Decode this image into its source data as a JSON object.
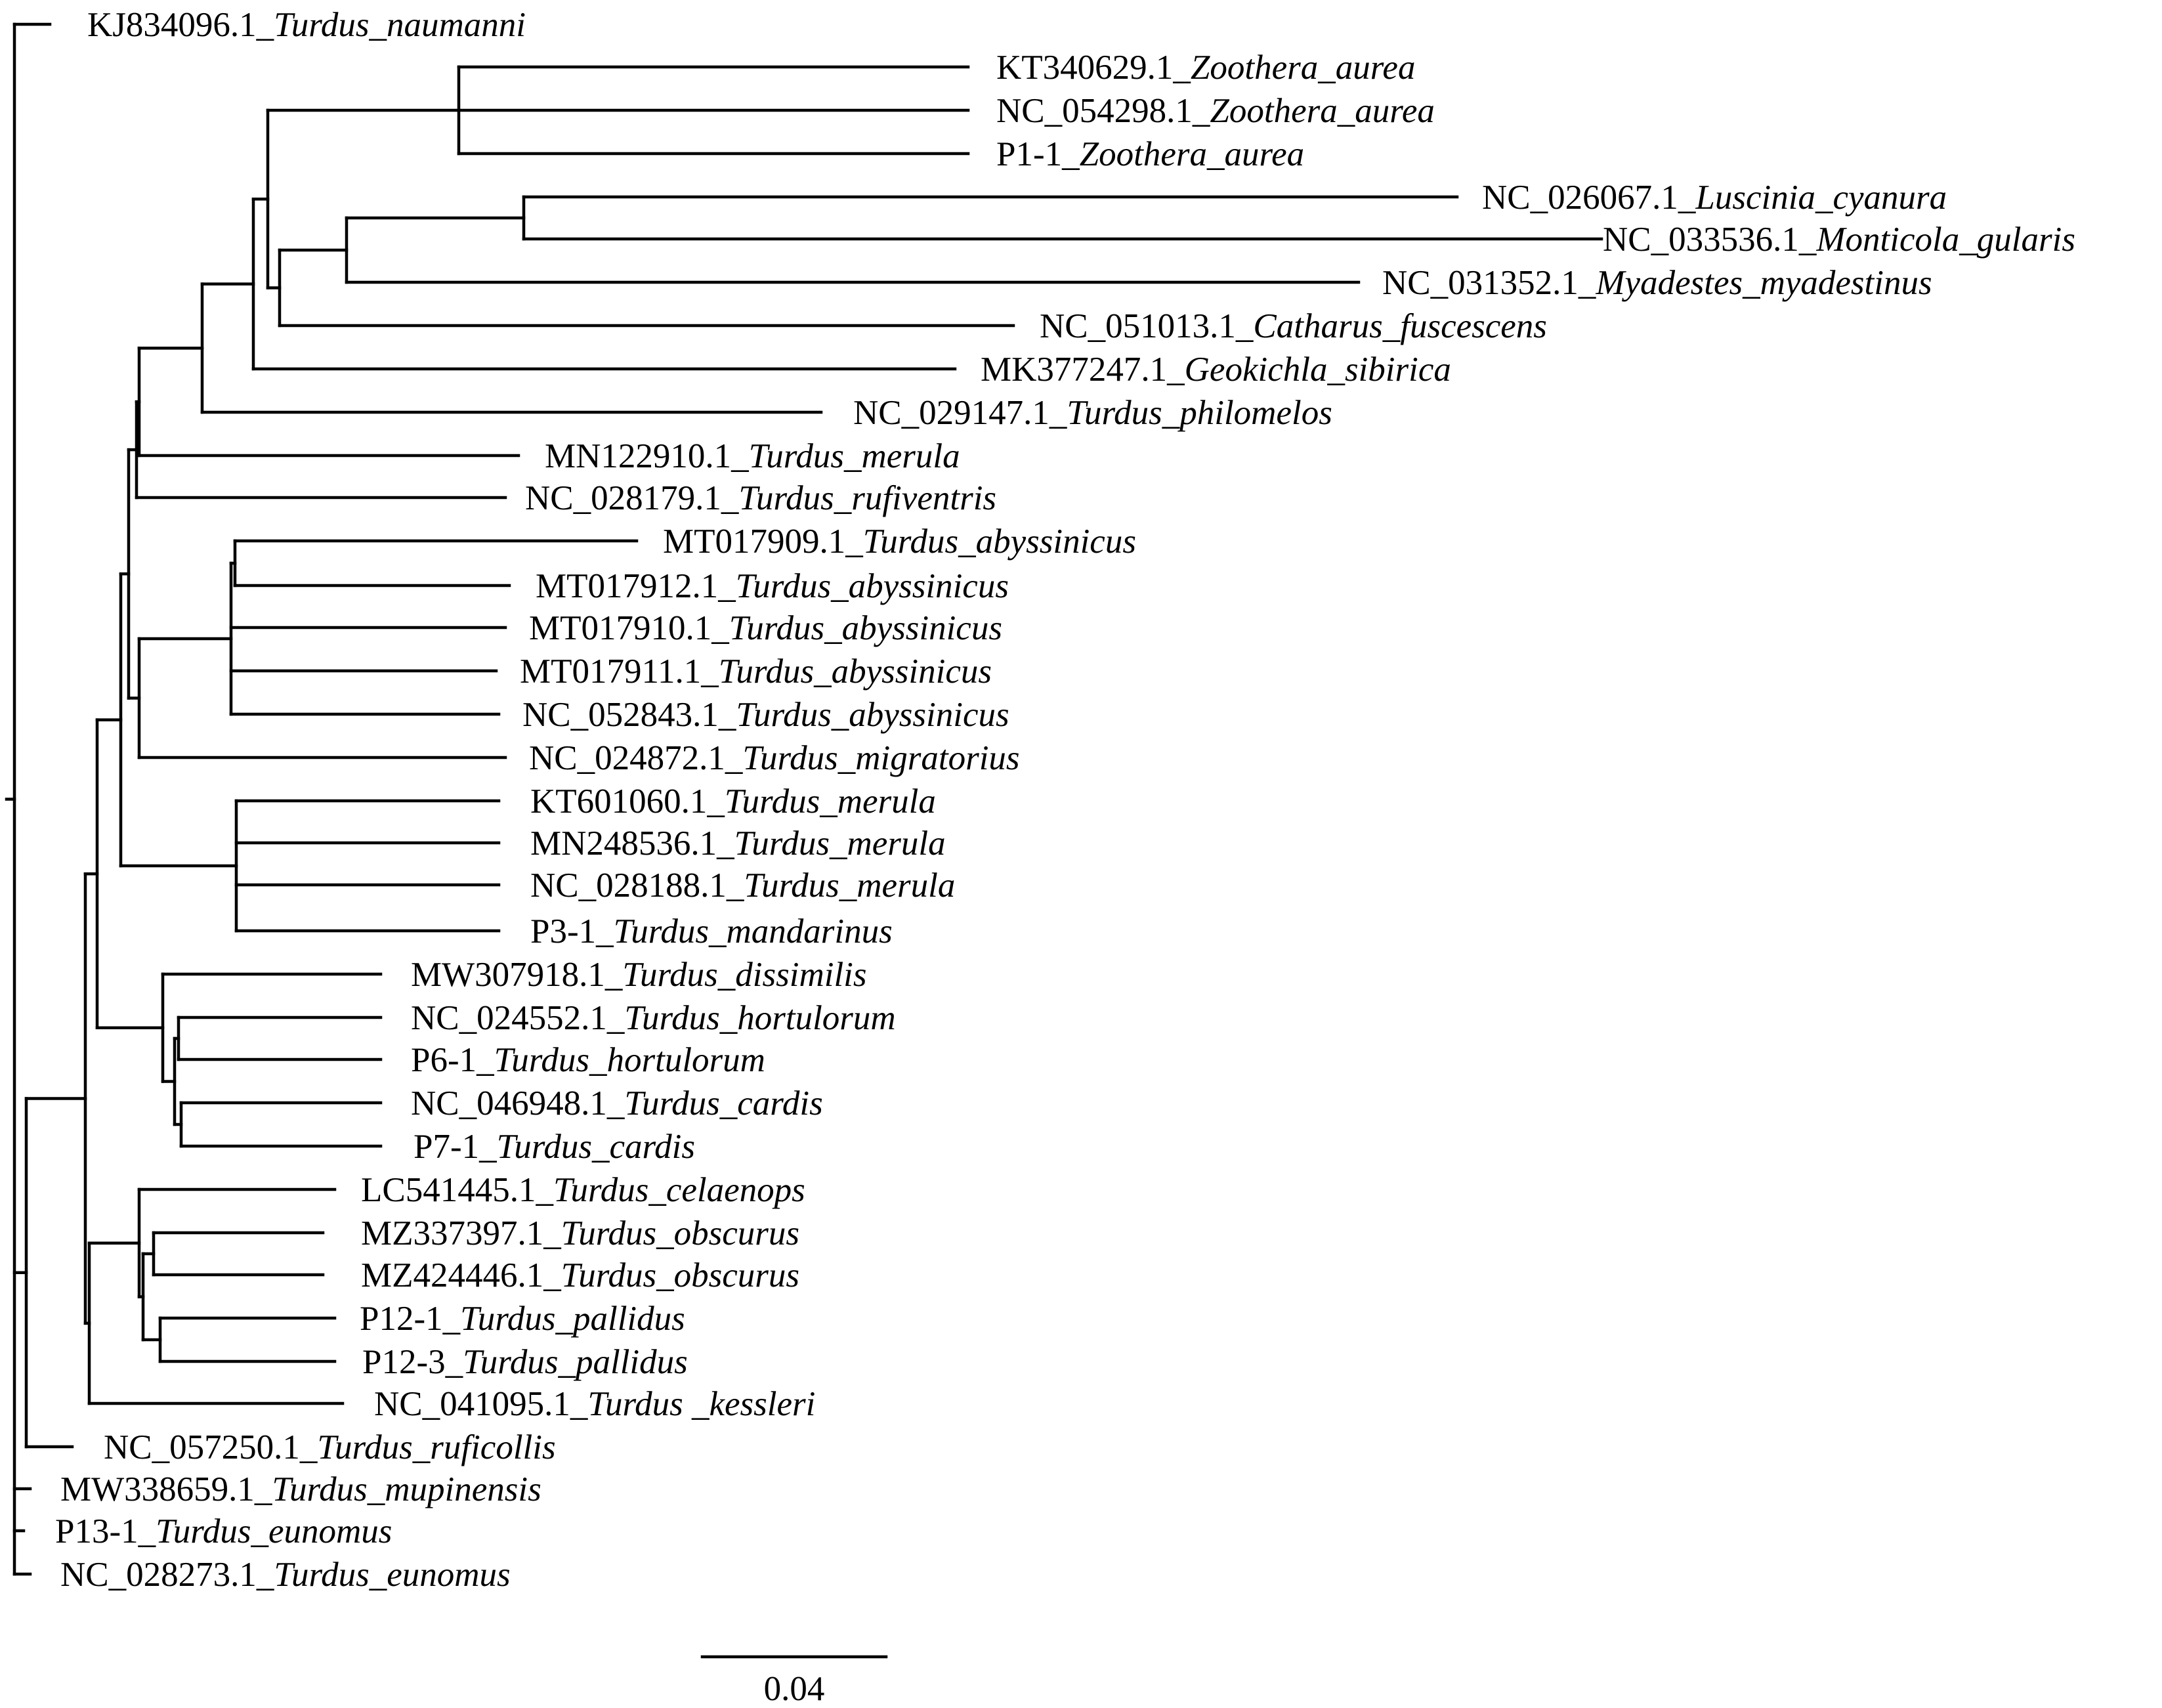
{
  "tree": {
    "line_color": "#000000",
    "tips": [
      {
        "acc": "KJ834096.1_",
        "sp": "Turdus_naumanni"
      },
      {
        "acc": "KT340629.1_",
        "sp": "Zoothera_aurea"
      },
      {
        "acc": "NC_054298.1_",
        "sp": "Zoothera_aurea"
      },
      {
        "acc": "P1-1_",
        "sp": "Zoothera_aurea"
      },
      {
        "acc": "NC_026067.1_",
        "sp": "Luscinia_cyanura"
      },
      {
        "acc": "NC_033536.1_",
        "sp": "Monticola_gularis"
      },
      {
        "acc": "NC_031352.1_",
        "sp": "Myadestes_myadestinus"
      },
      {
        "acc": "NC_051013.1_",
        "sp": "Catharus_fuscescens"
      },
      {
        "acc": "MK377247.1_",
        "sp": "Geokichla_sibirica"
      },
      {
        "acc": "NC_029147.1_",
        "sp": "Turdus_philomelos"
      },
      {
        "acc": "MN122910.1_",
        "sp": "Turdus_merula"
      },
      {
        "acc": "NC_028179.1_",
        "sp": "Turdus_rufiventris"
      },
      {
        "acc": "MT017909.1_",
        "sp": "Turdus_abyssinicus"
      },
      {
        "acc": "MT017912.1_",
        "sp": "Turdus_abyssinicus"
      },
      {
        "acc": "MT017910.1_",
        "sp": "Turdus_abyssinicus"
      },
      {
        "acc": "MT017911.1_",
        "sp": "Turdus_abyssinicus"
      },
      {
        "acc": "NC_052843.1_",
        "sp": "Turdus_abyssinicus"
      },
      {
        "acc": "NC_024872.1_",
        "sp": "Turdus_migratorius"
      },
      {
        "acc": "KT601060.1_",
        "sp": "Turdus_merula"
      },
      {
        "acc": "MN248536.1_",
        "sp": "Turdus_merula"
      },
      {
        "acc": "NC_028188.1_",
        "sp": "Turdus_merula"
      },
      {
        "acc": "P3-1_",
        "sp": "Turdus_mandarinus"
      },
      {
        "acc": "MW307918.1_",
        "sp": "Turdus_dissimilis"
      },
      {
        "acc": "NC_024552.1_",
        "sp": "Turdus_hortulorum"
      },
      {
        "acc": "P6-1_",
        "sp": "Turdus_hortulorum"
      },
      {
        "acc": "NC_046948.1_",
        "sp": "Turdus_cardis"
      },
      {
        "acc": "P7-1_",
        "sp": "Turdus_cardis"
      },
      {
        "acc": "LC541445.1_",
        "sp": "Turdus_celaenops"
      },
      {
        "acc": "MZ337397.1_",
        "sp": "Turdus_obscurus"
      },
      {
        "acc": "MZ424446.1_",
        "sp": "Turdus_obscurus"
      },
      {
        "acc": "P12-1_",
        "sp": "Turdus_pallidus"
      },
      {
        "acc": "P12-3_",
        "sp": "Turdus_pallidus"
      },
      {
        "acc": "NC_041095.1_",
        "sp": "Turdus _kessleri"
      },
      {
        "acc": "NC_057250.1_",
        "sp": "Turdus_ruficollis"
      },
      {
        "acc": "MW338659.1_",
        "sp": "Turdus_mupinensis"
      },
      {
        "acc": "P13-1_",
        "sp": "Turdus_eunomus"
      },
      {
        "acc": "NC_028273.1_",
        "sp": "Turdus_eunomus"
      }
    ],
    "scale_bar": {
      "label": "0.04",
      "length": 0.04
    }
  }
}
